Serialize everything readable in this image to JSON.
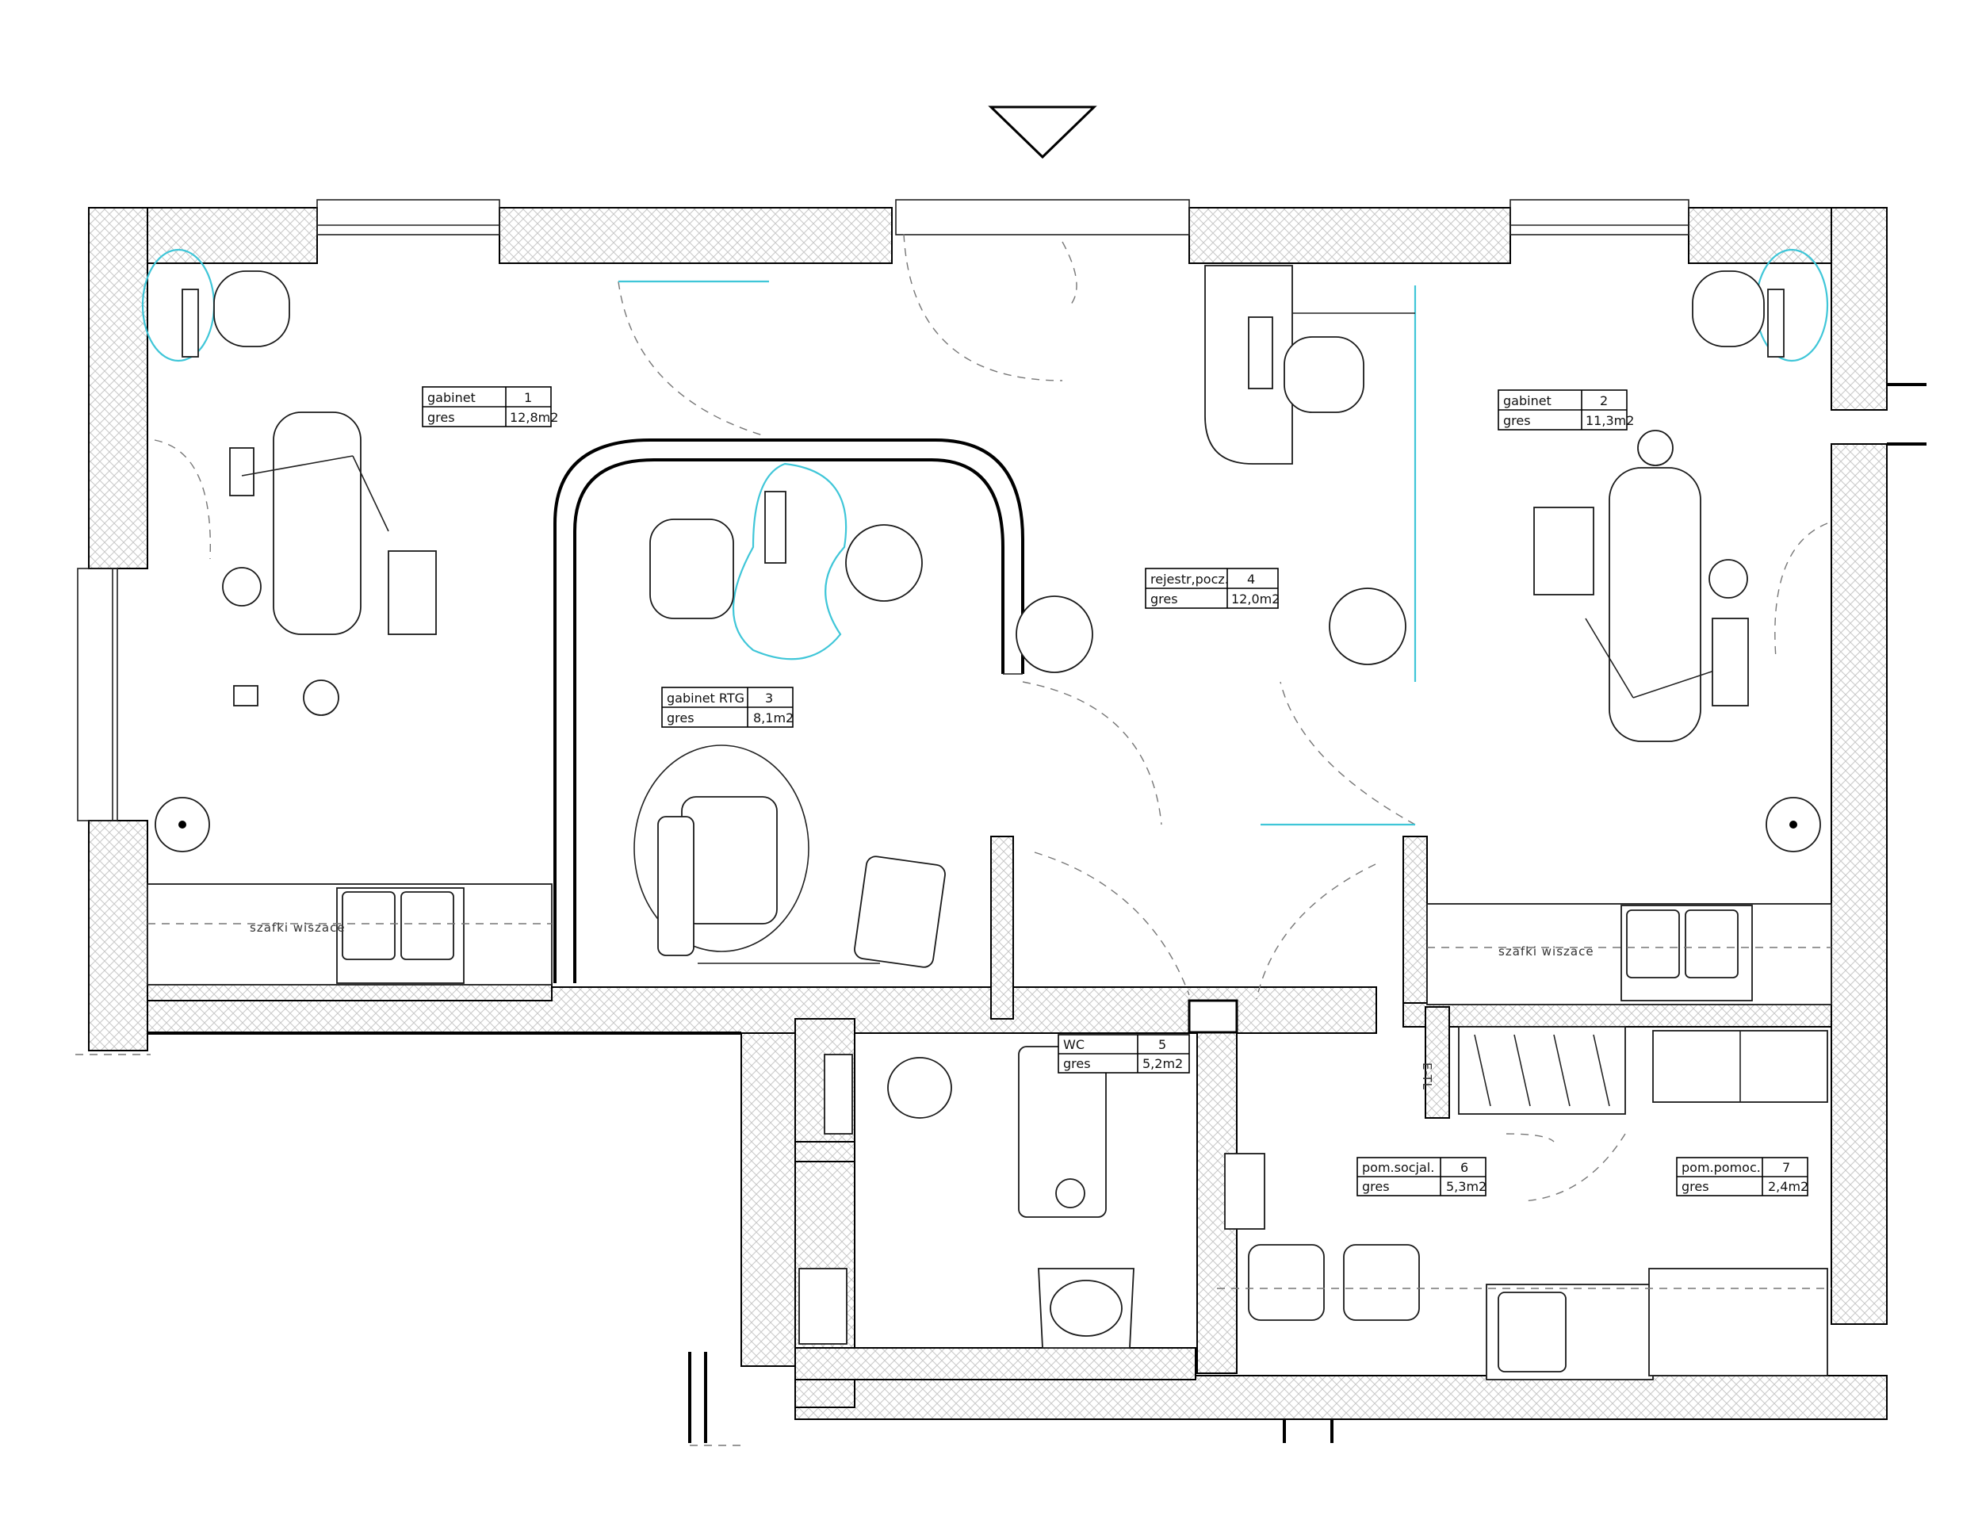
{
  "rooms": [
    {
      "name": "gabinet",
      "number": "1",
      "floor": "gres",
      "area": "12,8m2"
    },
    {
      "name": "gabinet",
      "number": "2",
      "floor": "gres",
      "area": "11,3m2"
    },
    {
      "name": "gabinet  RTG",
      "number": "3",
      "floor": "gres",
      "area": "8,1m2"
    },
    {
      "name": "rejestr,pocz.",
      "number": "4",
      "floor": "gres",
      "area": "12,0m2"
    },
    {
      "name": "WC",
      "number": "5",
      "floor": "gres",
      "area": "5,2m2"
    },
    {
      "name": "pom.socjal.",
      "number": "6",
      "floor": "gres",
      "area": "5,3m2"
    },
    {
      "name": "pom.pomoc.",
      "number": "7",
      "floor": "gres",
      "area": "2,4m2"
    }
  ],
  "notes": {
    "cabinets_left": "szafki wiszace",
    "cabinets_right": "szafki wiszace",
    "panel": "E-TL"
  },
  "colors": {
    "line": "#000000",
    "accent": "#3fc6d8",
    "background": "#ffffff"
  }
}
